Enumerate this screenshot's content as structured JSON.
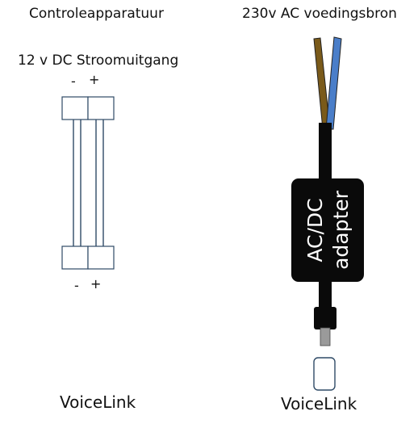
{
  "left": {
    "title": "Controleapparatuur",
    "output_label": "12 v DC Stroomuitgang",
    "top_minus": "-",
    "top_plus": "+",
    "bottom_minus": "-",
    "bottom_plus": "+",
    "bottom_label": "VoiceLink"
  },
  "right": {
    "title": "230v AC voedingsbron",
    "adapter_line1": "AC/DC",
    "adapter_line2": "adapter",
    "bottom_label": "VoiceLink"
  },
  "colors": {
    "brown_wire": "#7a5a1a",
    "blue_wire": "#4a7ec9",
    "cable": "#0a0a0a",
    "terminal_stroke": "#2f4a66",
    "plug_tip": "#9a9a9a"
  }
}
